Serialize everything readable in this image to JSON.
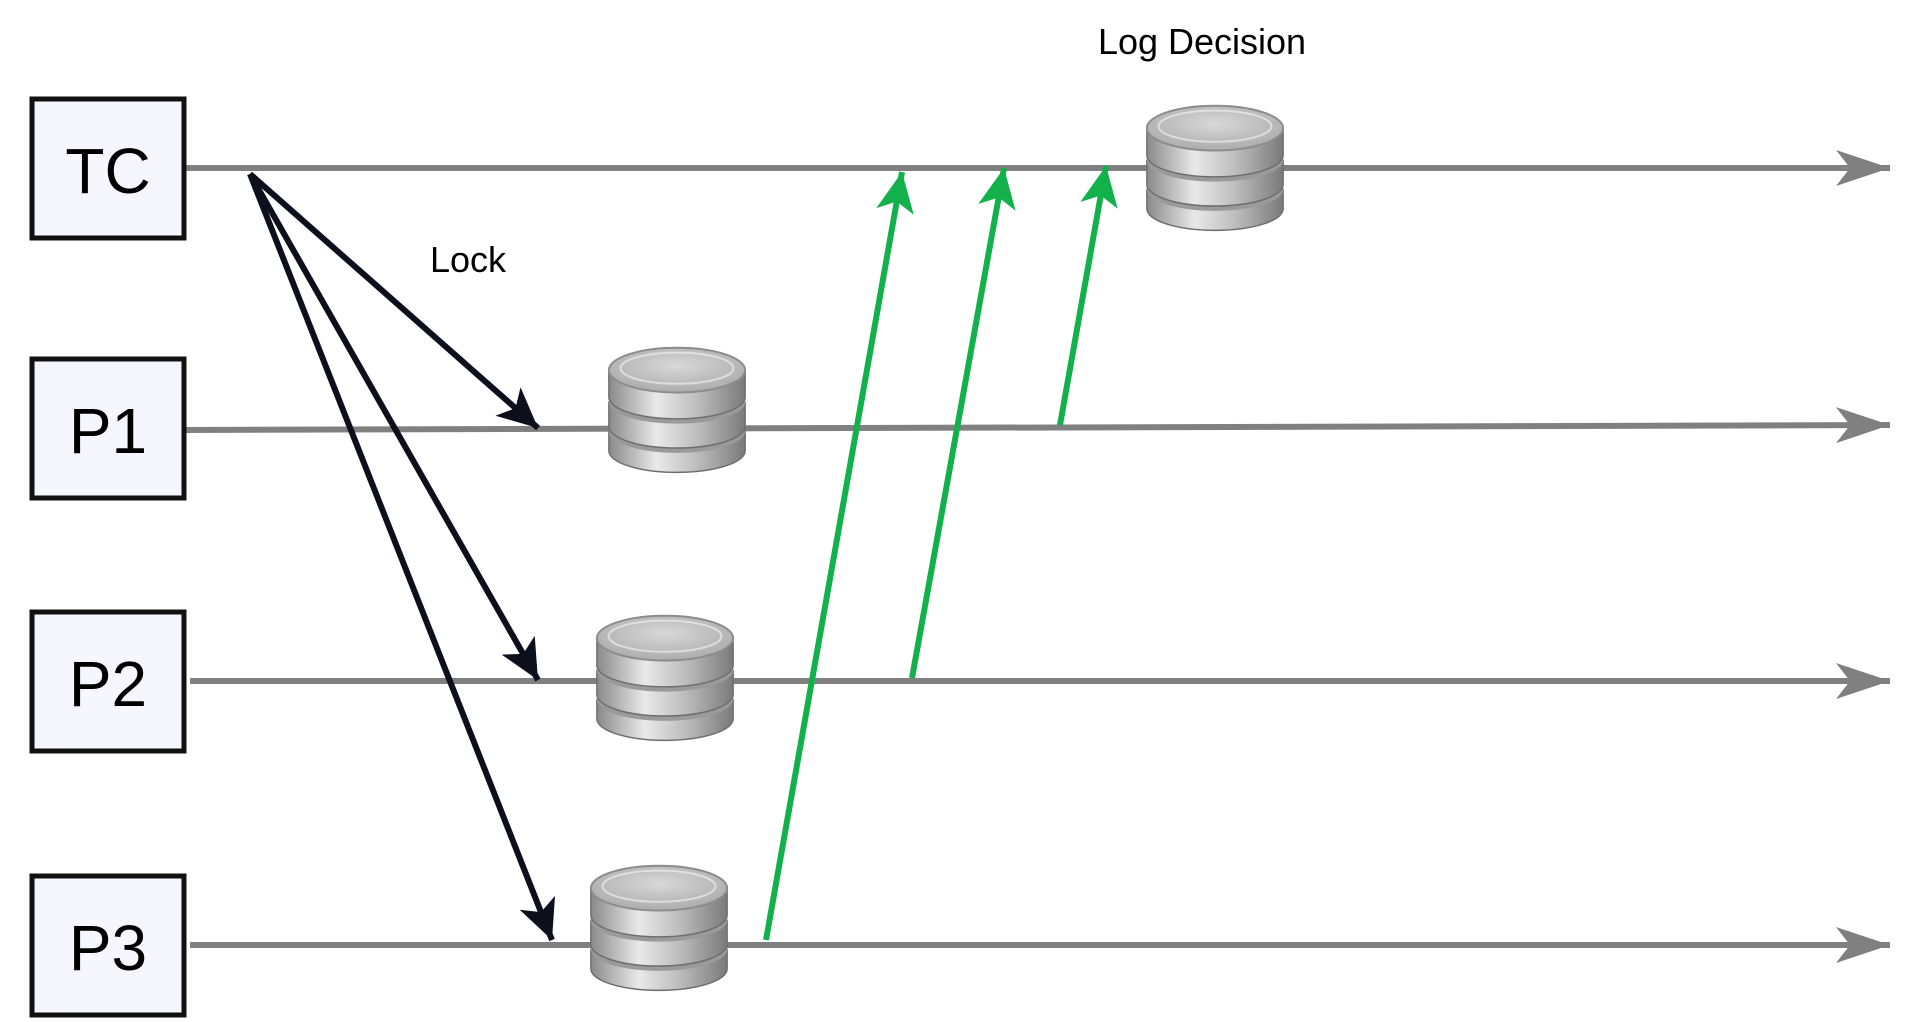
{
  "processes": [
    {
      "id": "tc",
      "label": "TC"
    },
    {
      "id": "p1",
      "label": "P1"
    },
    {
      "id": "p2",
      "label": "P2"
    },
    {
      "id": "p3",
      "label": "P3"
    }
  ],
  "annotations": {
    "lock": "Lock",
    "log_decision": "Log Decision"
  },
  "colors": {
    "timeline": "#808080",
    "lock_message": "#0c0f1c",
    "vote_message": "#13b14b",
    "box_fill": "#f6f6ff",
    "box_border": "#111111"
  },
  "icons": {
    "database": "database-icon"
  }
}
